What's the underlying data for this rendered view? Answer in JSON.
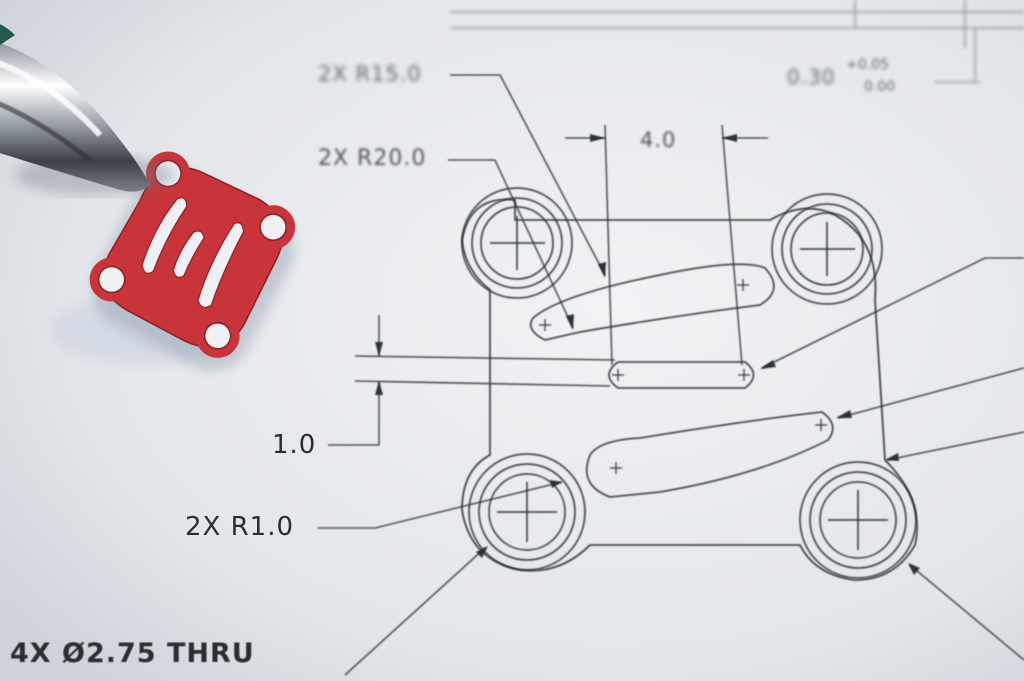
{
  "drawing": {
    "callouts": {
      "r15": "2X R15.0",
      "r20": "2X R20.0",
      "width": "4.0",
      "slot_width": "1.0",
      "r1": "2X R1.0",
      "holes": "4X Ø2.75 THRU"
    },
    "tolerance": {
      "nominal": "0.30",
      "upper": "+0.05",
      "lower": "0.00"
    }
  },
  "colors": {
    "paper": "#e9ebee",
    "ink": "#2b2d31",
    "part_red": "#c8343a",
    "pen_chrome": "#c9ced6"
  }
}
